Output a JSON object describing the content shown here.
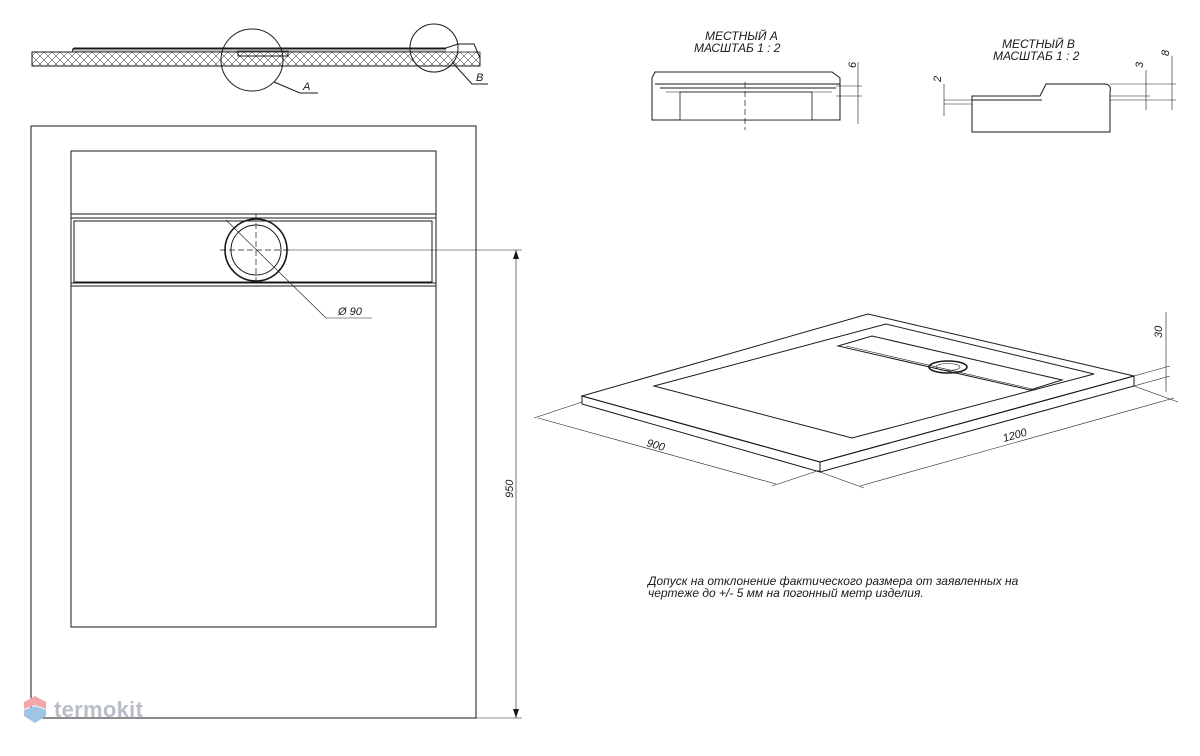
{
  "drawing": {
    "detail_a": {
      "title": "МЕСТНЫЙ А",
      "scale": "МАСШТАБ 1 : 2",
      "dim": "6"
    },
    "detail_b": {
      "title": "МЕСТНЫЙ В",
      "scale": "МАСШТАБ 1 : 2",
      "dims": [
        "2",
        "3",
        "8"
      ]
    },
    "callouts": {
      "a": "A",
      "b": "B"
    },
    "drain_label": "Ø 90",
    "plan_height": "950",
    "iso_dims": {
      "width": "900",
      "length": "1200",
      "height": "30"
    },
    "note": {
      "line1": "Допуск на отклонение фактического размера от заявленных на",
      "line2": "чертеже до +/- 5 мм на погонный метр изделия."
    },
    "logo": {
      "text": "termokit",
      "icon": "shield-icon",
      "icon_colors": [
        "#f2a8a8",
        "#9fc4e6"
      ]
    }
  }
}
